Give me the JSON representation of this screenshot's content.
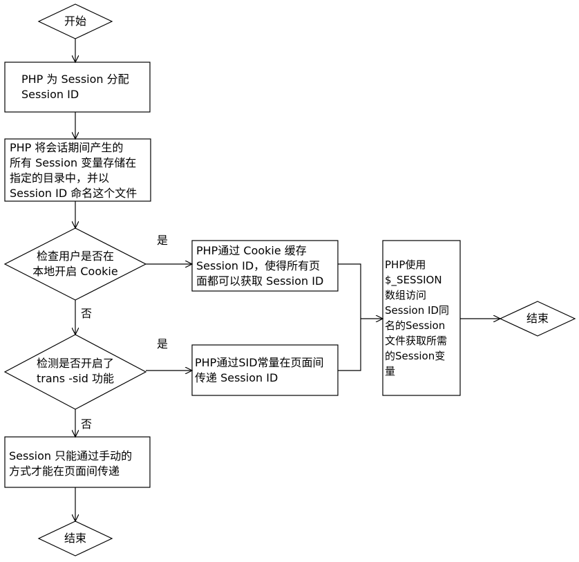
{
  "nodes": {
    "start": "开始",
    "assign": [
      "PHP 为 Session 分配",
      "Session ID"
    ],
    "store": [
      "PHP 将会话期间产生的",
      "所有 Session 变量存储在",
      "指定的目录中，并以",
      "Session ID 命名这个文件"
    ],
    "check_cookie": [
      "检查用户是否在",
      "本地开启 Cookie"
    ],
    "cookie_cache": [
      "PHP通过 Cookie 缓存",
      "Session ID，使得所有页",
      "面都可以获取 Session ID"
    ],
    "check_transsid": [
      "检测是否开启了",
      "trans -sid 功能"
    ],
    "sid_const": [
      "PHP通过SID常量在页面间",
      "传递 Session ID"
    ],
    "manual": [
      "Session 只能通过手动的",
      "方式才能在页面间传递"
    ],
    "end_left": "结束",
    "use_session": [
      "PHP使用",
      "$_SESSION",
      "数组访问",
      "Session ID同",
      "名的Session",
      "文件获取所需",
      "的Session变",
      "量"
    ],
    "end_right": "结束"
  },
  "edge_labels": {
    "yes1": "是",
    "no1": "否",
    "yes2": "是",
    "no2": "否"
  }
}
